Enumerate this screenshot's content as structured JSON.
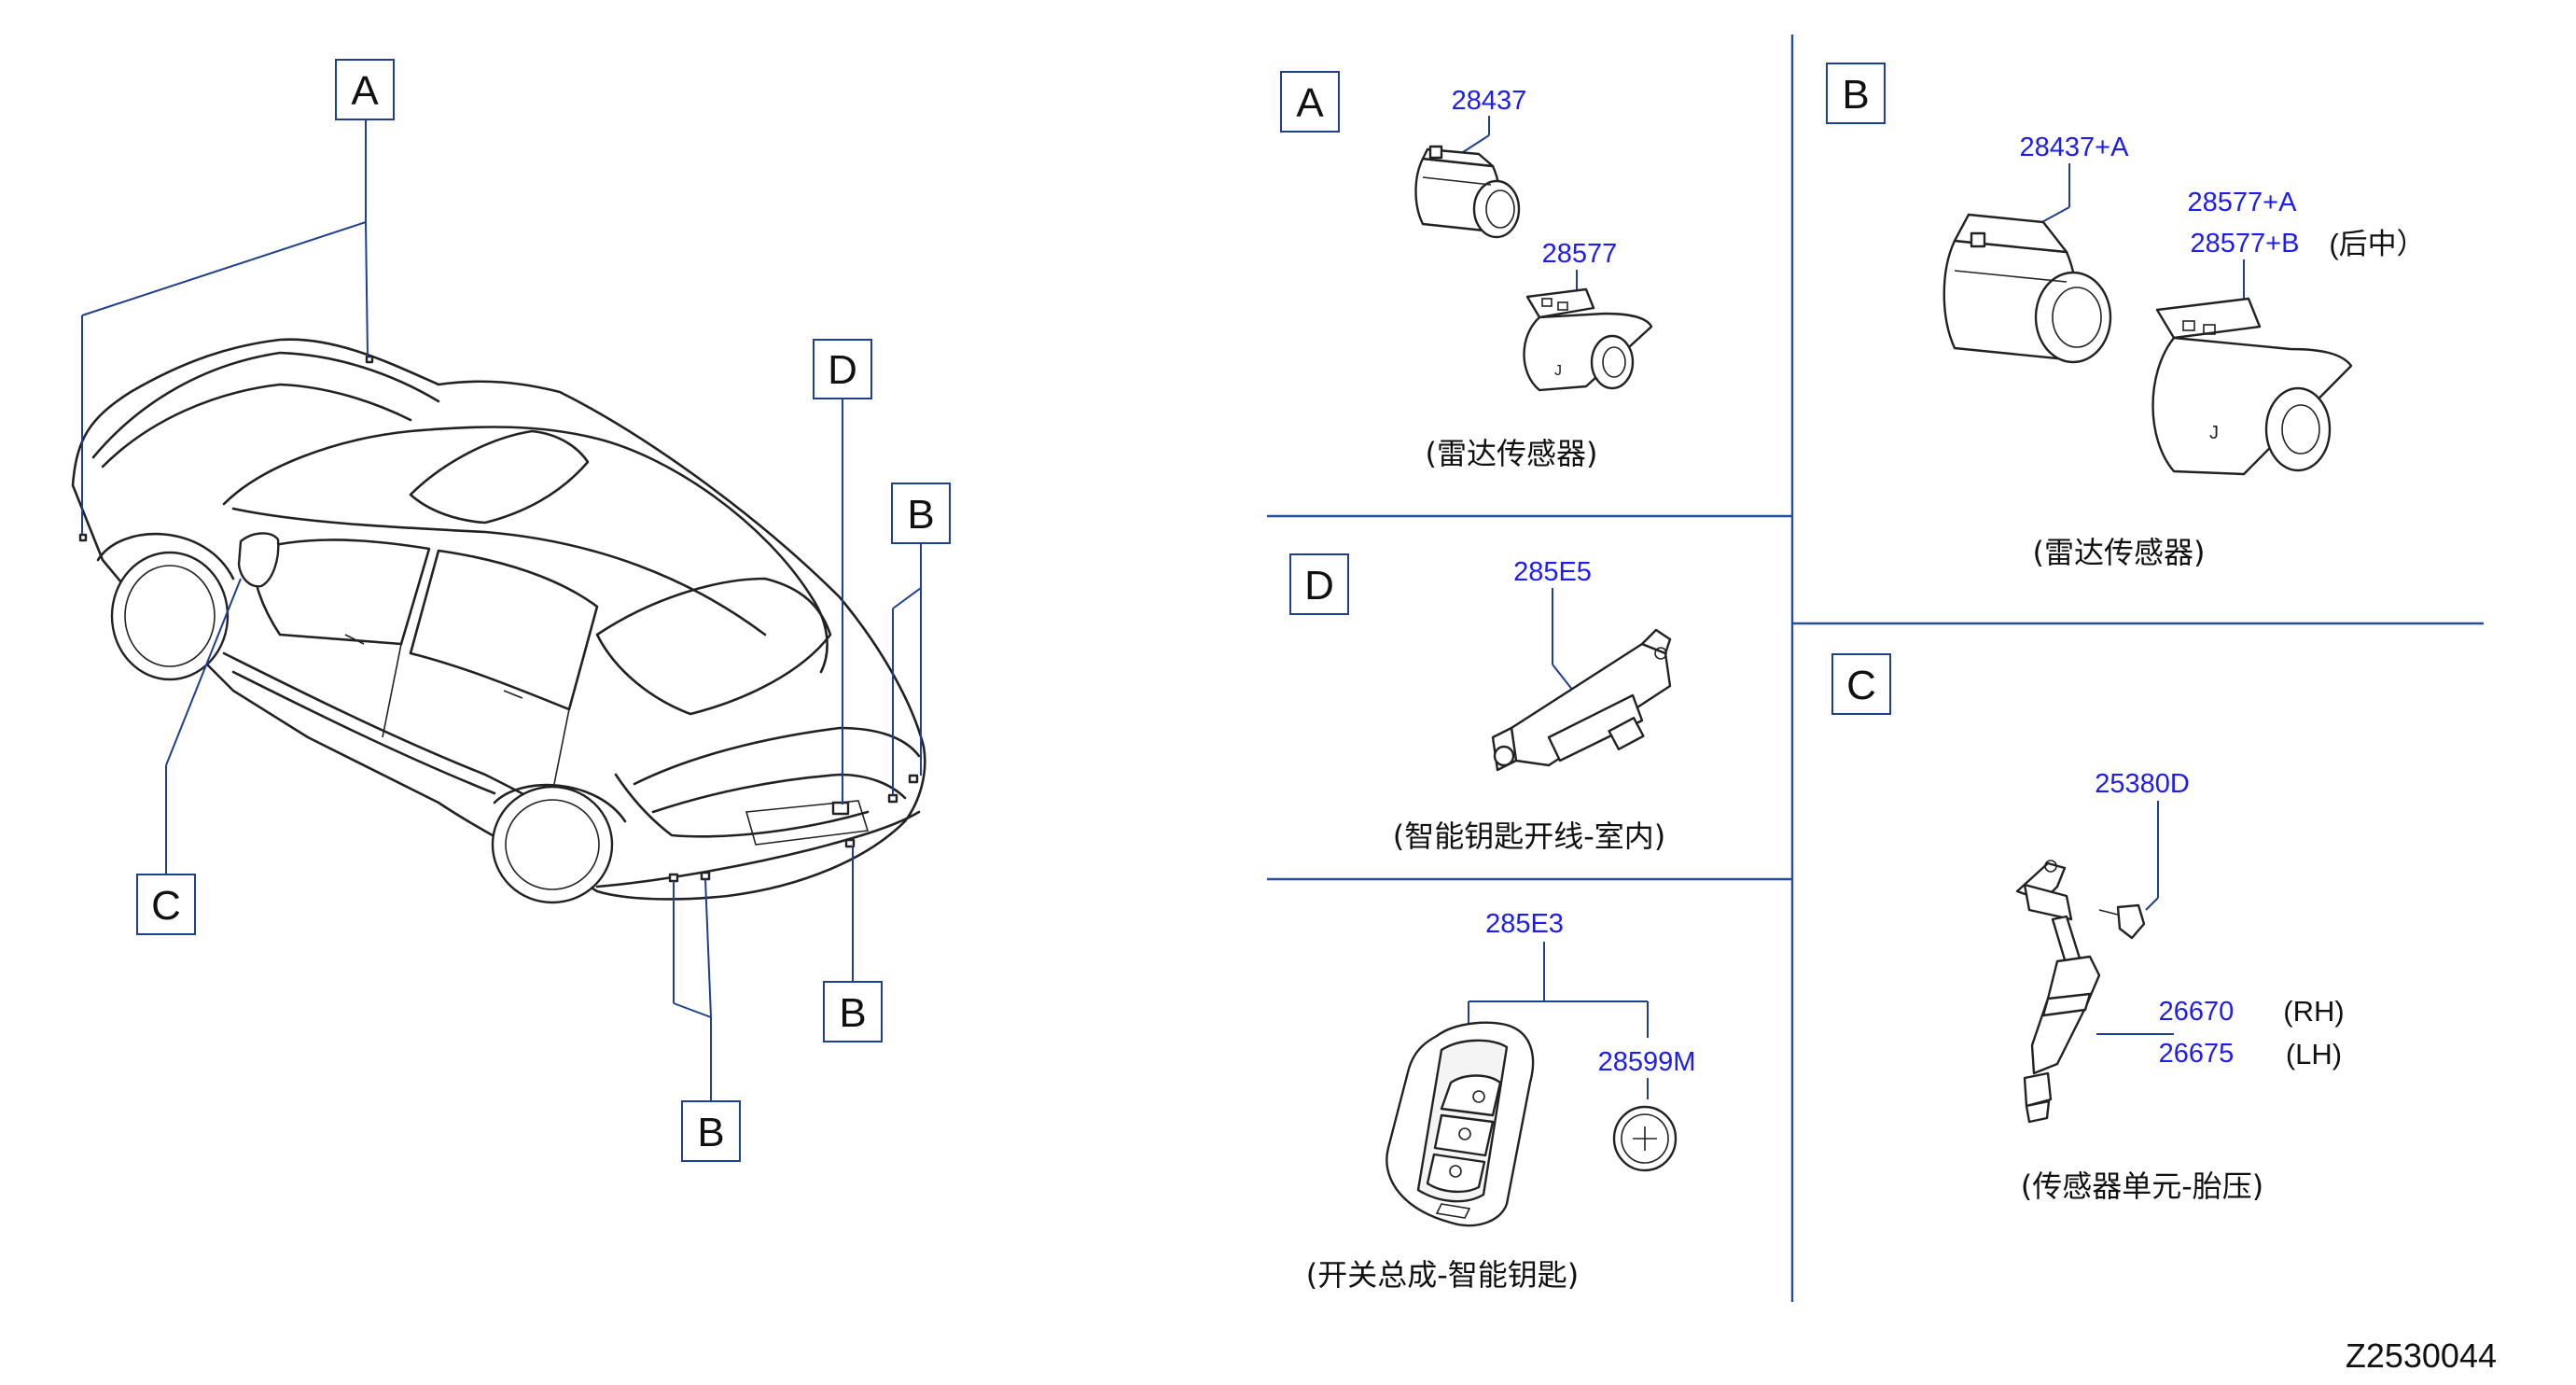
{
  "callouts": {
    "car": {
      "a": "A",
      "b_right": "B",
      "b_bottom_center": "B",
      "b_bottom_left": "B",
      "c": "C",
      "d": "D"
    },
    "panels": {
      "a": "A",
      "b": "B",
      "c": "C",
      "d": "D"
    }
  },
  "panel_a": {
    "parts": [
      "28437",
      "28577"
    ],
    "caption": "(雷达传感器)"
  },
  "panel_b": {
    "parts": [
      "28437+A",
      "28577+A",
      "28577+B"
    ],
    "note": "(后中）",
    "caption": "(雷达传感器)"
  },
  "panel_d": {
    "parts": [
      "285E5"
    ],
    "caption": "(智能钥匙开线-室内)"
  },
  "panel_key": {
    "parts": [
      "285E3",
      "28599M"
    ],
    "caption": "(开关总成-智能钥匙)"
  },
  "panel_c": {
    "parts": [
      "25380D",
      "26670",
      "26675"
    ],
    "sides": [
      "(RH)",
      "(LH)"
    ],
    "caption": "(传感器单元-胎压)"
  },
  "diagram_code": "Z2530044",
  "colors": {
    "part_number": "#1d1df0",
    "leader_line": "#1f3f8f",
    "outline": "#222222"
  }
}
